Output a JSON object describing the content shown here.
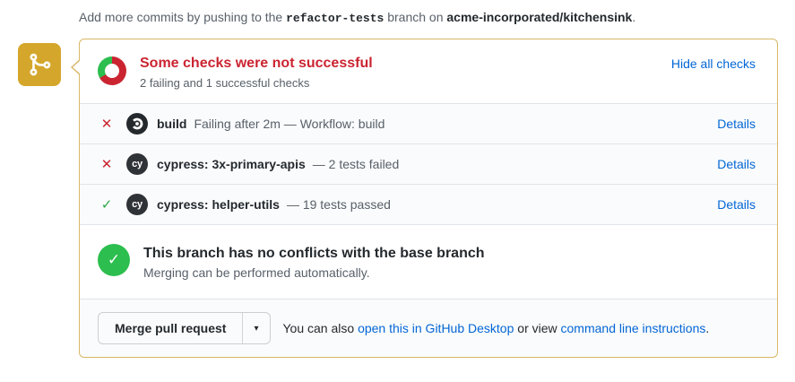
{
  "top_note": {
    "prefix": "Add more commits by pushing to the ",
    "branch": "refactor-tests",
    "middle": " branch on ",
    "repo": "acme-incorporated/kitchensink",
    "suffix": "."
  },
  "colors": {
    "badge_yellow": "#d4a72c",
    "box_border": "#d8b865",
    "fail_red": "#cb2431",
    "pass_green": "#2cbe4e",
    "link_blue": "#0366d6",
    "muted_gray": "#586069"
  },
  "checks_header": {
    "title": "Some checks were not successful",
    "subtitle": "2 failing and 1 successful checks",
    "hide_all_label": "Hide all checks"
  },
  "checks": [
    {
      "icon": "✕",
      "app": "circleci",
      "name": "build",
      "description": "Failing after 2m — Workflow: build",
      "details_label": "Details"
    },
    {
      "icon": "✕",
      "app": "cypress",
      "name": "cypress: 3x-primary-apis",
      "description": "— 2 tests failed",
      "details_label": "Details"
    },
    {
      "icon": "✓",
      "app": "cypress",
      "name": "cypress: helper-utils",
      "description": "— 19 tests passed",
      "details_label": "Details"
    }
  ],
  "avatar_labels": {
    "cypress": "cy"
  },
  "mergeability": {
    "check_glyph": "✓",
    "title": "This branch has no conflicts with the base branch",
    "subtitle": "Merging can be performed automatically."
  },
  "actions": {
    "merge_button_label": "Merge pull request",
    "dropdown_caret": "▾",
    "also_prefix": "You can also ",
    "desktop_link": "open this in GitHub Desktop",
    "or_view": " or view ",
    "cli_link": "command line instructions",
    "suffix": "."
  }
}
